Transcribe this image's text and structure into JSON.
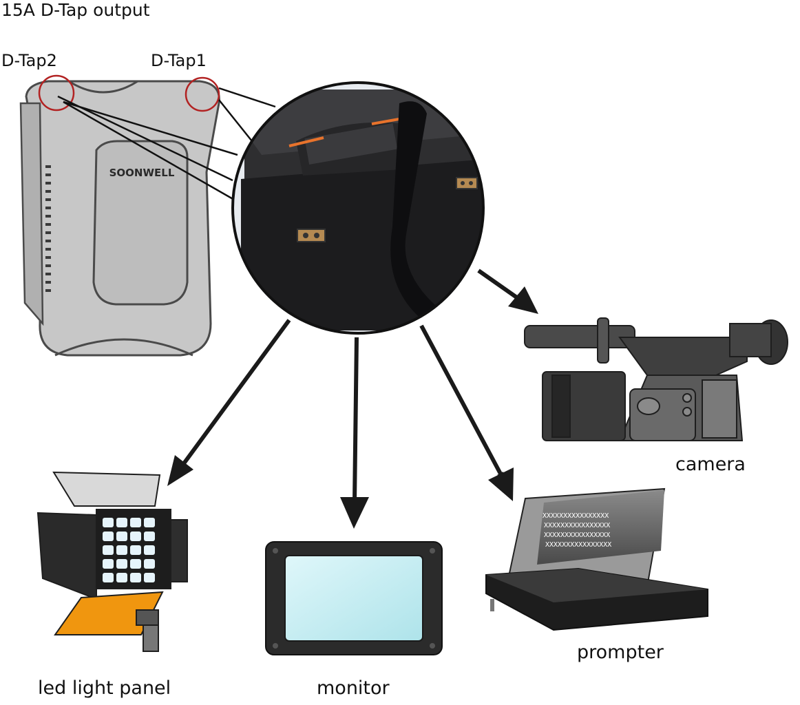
{
  "title": "15A D-Tap output",
  "ports": {
    "left_label": "D-Tap2",
    "right_label": "D-Tap1"
  },
  "battery": {
    "brand": "SOONWELL"
  },
  "devices": {
    "camera": "camera",
    "prompter": "prompter",
    "led": "led light panel",
    "monitor": "monitor"
  },
  "prompter_screen_text": "XXXXXXXXXXXXXXXX",
  "colors": {
    "callout_ring": "#b22222",
    "barndoor": "#f0960f",
    "body_grey": "#c4c4c4",
    "arrow": "#1a1a1a"
  }
}
